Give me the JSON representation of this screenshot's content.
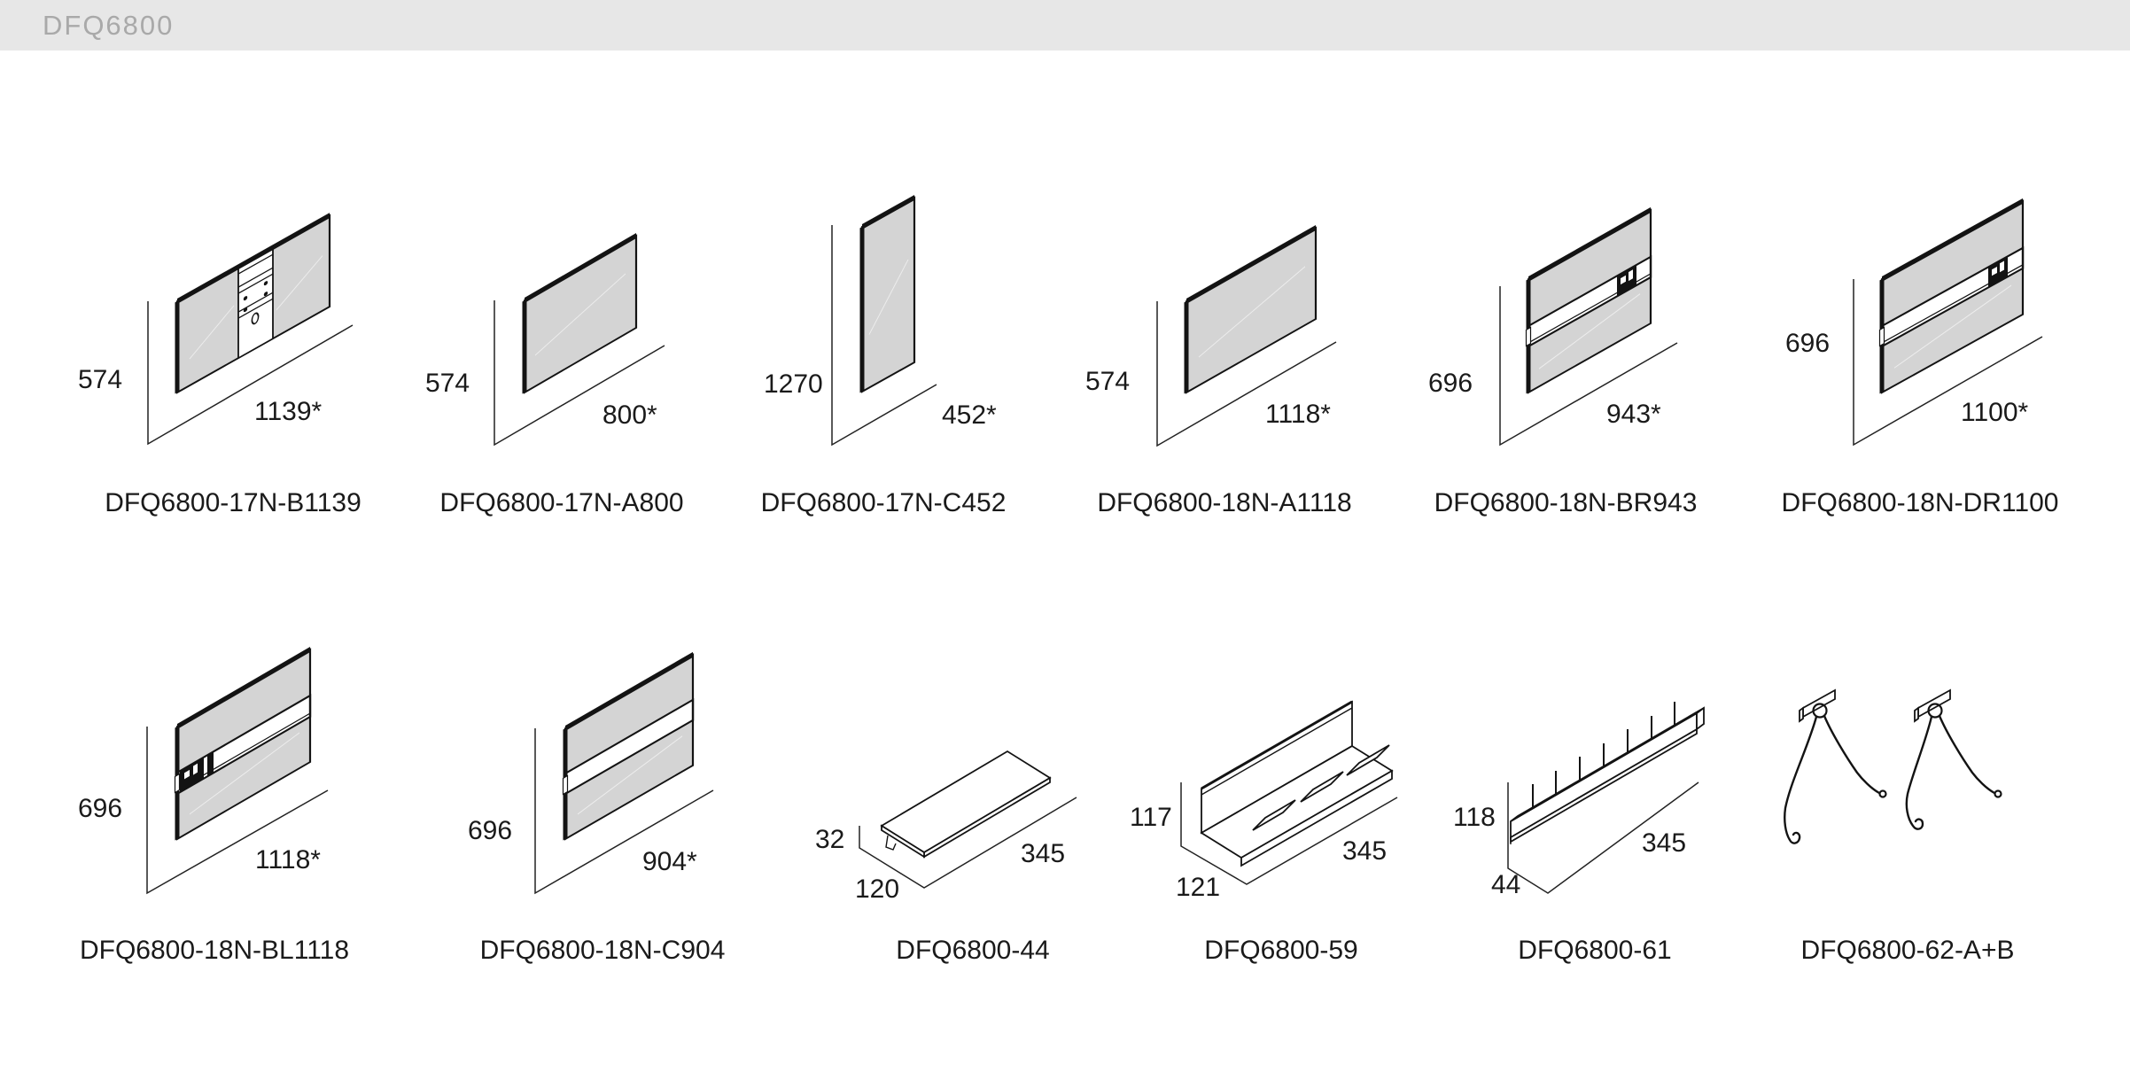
{
  "header": {
    "title": "DFQ6800"
  },
  "items": [
    {
      "code": "DFQ6800-17N-B1139",
      "height": "574",
      "width": "1139*"
    },
    {
      "code": "DFQ6800-17N-A800",
      "height": "574",
      "width": "800*"
    },
    {
      "code": "DFQ6800-17N-C452",
      "height": "1270",
      "width": "452*"
    },
    {
      "code": "DFQ6800-18N-A1118",
      "height": "574",
      "width": "1118*"
    },
    {
      "code": "DFQ6800-18N-BR943",
      "height": "696",
      "width": "943*"
    },
    {
      "code": "DFQ6800-18N-DR1100",
      "height": "696",
      "width": "1100*"
    },
    {
      "code": "DFQ6800-18N-BL1118",
      "height": "696",
      "width": "1118*"
    },
    {
      "code": "DFQ6800-18N-C904",
      "height": "696",
      "width": "904*"
    },
    {
      "code": "DFQ6800-44",
      "height": "32",
      "width": "345",
      "depth": "120"
    },
    {
      "code": "DFQ6800-59",
      "height": "117",
      "width": "345",
      "depth": "121"
    },
    {
      "code": "DFQ6800-61",
      "height": "118",
      "width": "345",
      "depth": "44"
    },
    {
      "code": "DFQ6800-62-A+B"
    }
  ],
  "colors": {
    "banner_bg": "#e7e7e7",
    "banner_fg": "#a9a9a9",
    "ink": "#1a1a1a",
    "panel": "#d4d4d4"
  }
}
